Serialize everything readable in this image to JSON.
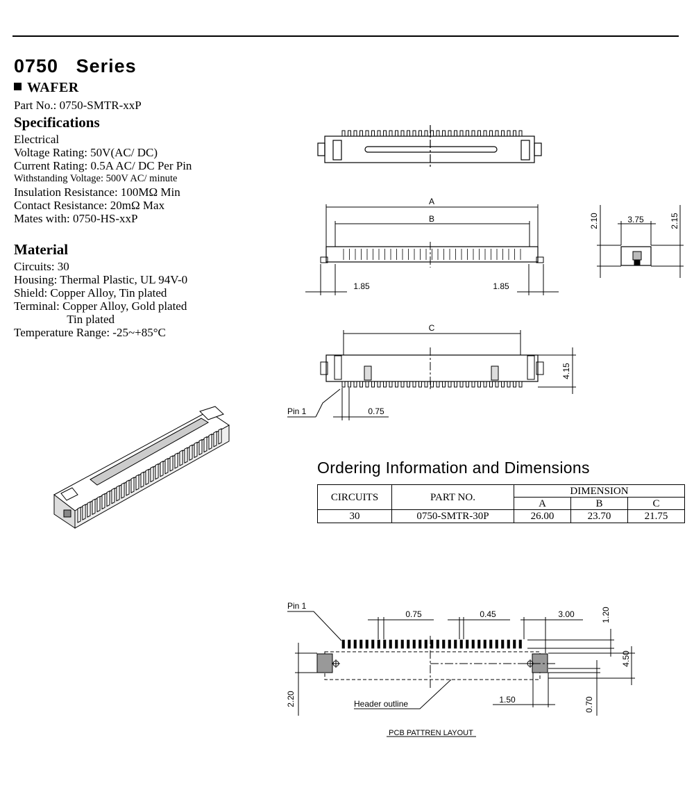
{
  "header": {
    "series": "0750   Series",
    "subtitle": "WAFER",
    "part_no": "Part No.: 0750-SMTR-xxP"
  },
  "specifications": {
    "heading": "Specifications",
    "lines": [
      "Electrical",
      "Voltage Rating: 50V(AC/ DC)",
      "Current Rating: 0.5A AC/ DC Per Pin",
      "Withstanding Voltage: 500V AC/ minute",
      "Insulation Resistance: 100MΩ Min",
      "Contact Resistance: 20mΩ Max",
      "Mates with: 0750-HS-xxP"
    ]
  },
  "material": {
    "heading": "Material",
    "lines": [
      "Circuits: 30",
      "Housing: Thermal Plastic, UL 94V-0",
      "Shield: Copper Alloy, Tin plated",
      "Terminal: Copper Alloy, Gold plated",
      "                  Tin plated",
      "Temperature Range: -25~+85°C"
    ]
  },
  "ordering": {
    "title": "Ordering Information and Dimensions",
    "headers": {
      "circuits": "CIRCUITS",
      "part_no": "PART NO.",
      "dimension": "DIMENSION",
      "a": "A",
      "b": "B",
      "c": "C"
    },
    "row": {
      "circuits": "30",
      "part_no": "0750-SMTR-30P",
      "a": "26.00",
      "b": "23.70",
      "c": "21.75"
    }
  },
  "drawings": {
    "side": {
      "a": "A",
      "b": "B",
      "d1": "1.85",
      "d2": "1.85"
    },
    "end": {
      "h1": "2.10",
      "w": "3.75",
      "h2": "2.15"
    },
    "bottom": {
      "c": "C",
      "h": "4.15",
      "pin1": "Pin  1",
      "pitch": "0.75"
    },
    "pcb": {
      "pin1": "Pin  1",
      "d1": "0.75",
      "d2": "0.45",
      "d3": "3.00",
      "d4": "1.20",
      "d5": "4.50",
      "d6": "2.20",
      "outline": "Header  outline",
      "d7": "1.50",
      "d8": "0.70",
      "caption": "PCB  PATTREN  LAYOUT"
    }
  }
}
